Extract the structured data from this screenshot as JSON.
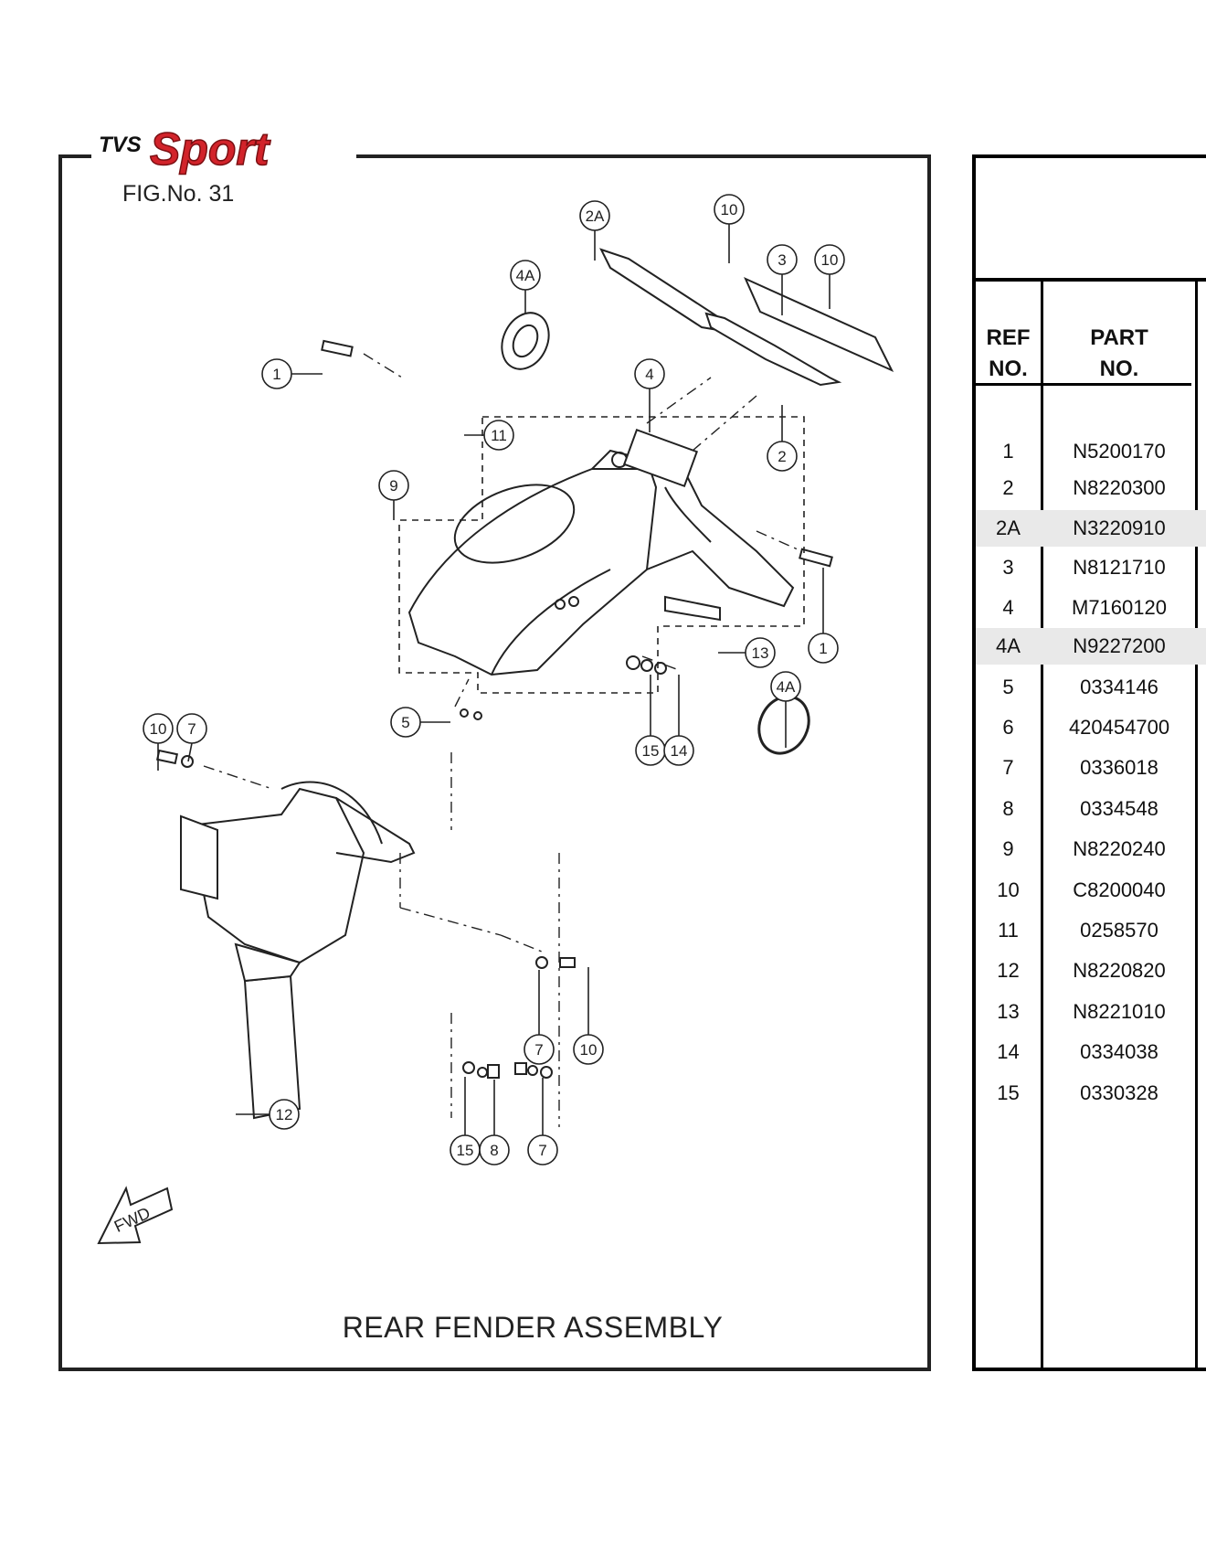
{
  "header": {
    "brand_prefix": "TVS",
    "brand_name": "Sport"
  },
  "figure": {
    "number": "FIG.No. 31",
    "title": "REAR FENDER ASSEMBLY",
    "fwd_label": "FWD",
    "callouts": [
      "2A",
      "10",
      "3",
      "10",
      "4A",
      "1",
      "4",
      "11",
      "2",
      "9",
      "1",
      "13",
      "4A",
      "5",
      "15",
      "14",
      "10",
      "7",
      "7",
      "10",
      "12",
      "15",
      "8",
      "7"
    ]
  },
  "parts_table": {
    "ref_header_line1": "REF",
    "ref_header_line2": "NO.",
    "part_header_line1": "PART",
    "part_header_line2": "NO.",
    "rows": [
      {
        "ref": "1",
        "part": "N5200170"
      },
      {
        "ref": "2",
        "part": "N8220300"
      },
      {
        "ref": "2A",
        "part": "N3220910"
      },
      {
        "ref": "3",
        "part": "N8121710"
      },
      {
        "ref": "4",
        "part": "M7160120"
      },
      {
        "ref": "4A",
        "part": "N9227200"
      },
      {
        "ref": "5",
        "part": "0334146"
      },
      {
        "ref": "6",
        "part": "420454700"
      },
      {
        "ref": "7",
        "part": "0336018"
      },
      {
        "ref": "8",
        "part": "0334548"
      },
      {
        "ref": "9",
        "part": "N8220240"
      },
      {
        "ref": "10",
        "part": "C8200040"
      },
      {
        "ref": "11",
        "part": "0258570"
      },
      {
        "ref": "12",
        "part": "N8220820"
      },
      {
        "ref": "13",
        "part": "N8221010"
      },
      {
        "ref": "14",
        "part": "0334038"
      },
      {
        "ref": "15",
        "part": "0330328"
      }
    ]
  },
  "colors": {
    "brand_red": "#d2232a",
    "line": "#222222",
    "shade_row": "#e9e9e9"
  }
}
